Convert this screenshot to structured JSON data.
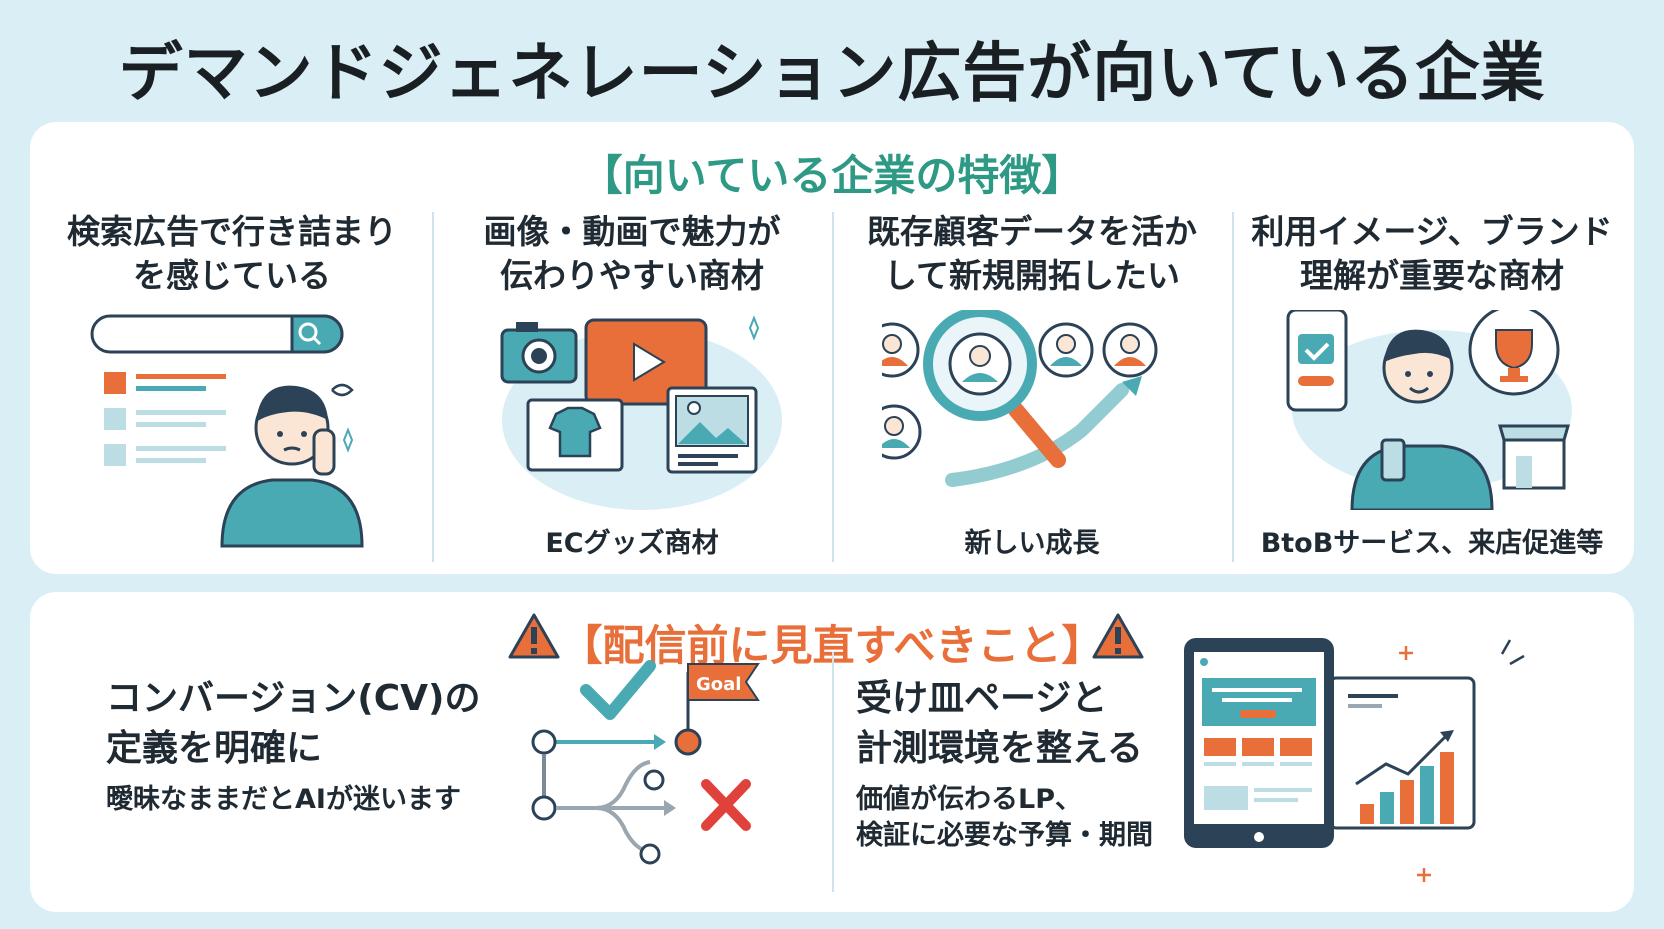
{
  "title": "デマンドジェネレーション広告が向いている企業",
  "suited": {
    "heading": "【向いている企業の特徴】",
    "columns": [
      {
        "line1": "検索広告で行き詰まり",
        "line2": "を感じている",
        "caption": ""
      },
      {
        "line1": "画像・動画で魅力が",
        "line2": "伝わりやすい商材",
        "caption": "ECグッズ商材"
      },
      {
        "line1": "既存顧客データを活か",
        "line2": "して新規開拓したい",
        "caption": "新しい成長"
      },
      {
        "line1": "利用イメージ、ブランド",
        "line2": "理解が重要な商材",
        "caption": "BtoBサービス、来店促進等"
      }
    ]
  },
  "review": {
    "heading": "【配信前に見直すべきこと】",
    "items": [
      {
        "line1": "コンバージョン(CV)の",
        "line2": "定義を明確に",
        "sub1": "曖昧なままだとAIが迷います",
        "sub2": ""
      },
      {
        "line1": "受け皿ページと",
        "line2": "計測環境を整える",
        "sub1": "価値が伝わるLP、",
        "sub2": "検証に必要な予算・期間"
      }
    ],
    "goal_flag": "Goal"
  },
  "colors": {
    "teal": "#2e9a86",
    "orange": "#e86f3a",
    "navy": "#2b4257",
    "bg": "#d9eef5"
  },
  "icons": [
    "search-icon",
    "play-icon",
    "camera-icon",
    "tshirt-icon",
    "image-icon",
    "magnifier-icon",
    "trophy-icon",
    "store-icon",
    "warning-icon",
    "check-icon",
    "cross-icon",
    "goal-flag-icon",
    "tablet-icon",
    "bar-chart-icon"
  ]
}
